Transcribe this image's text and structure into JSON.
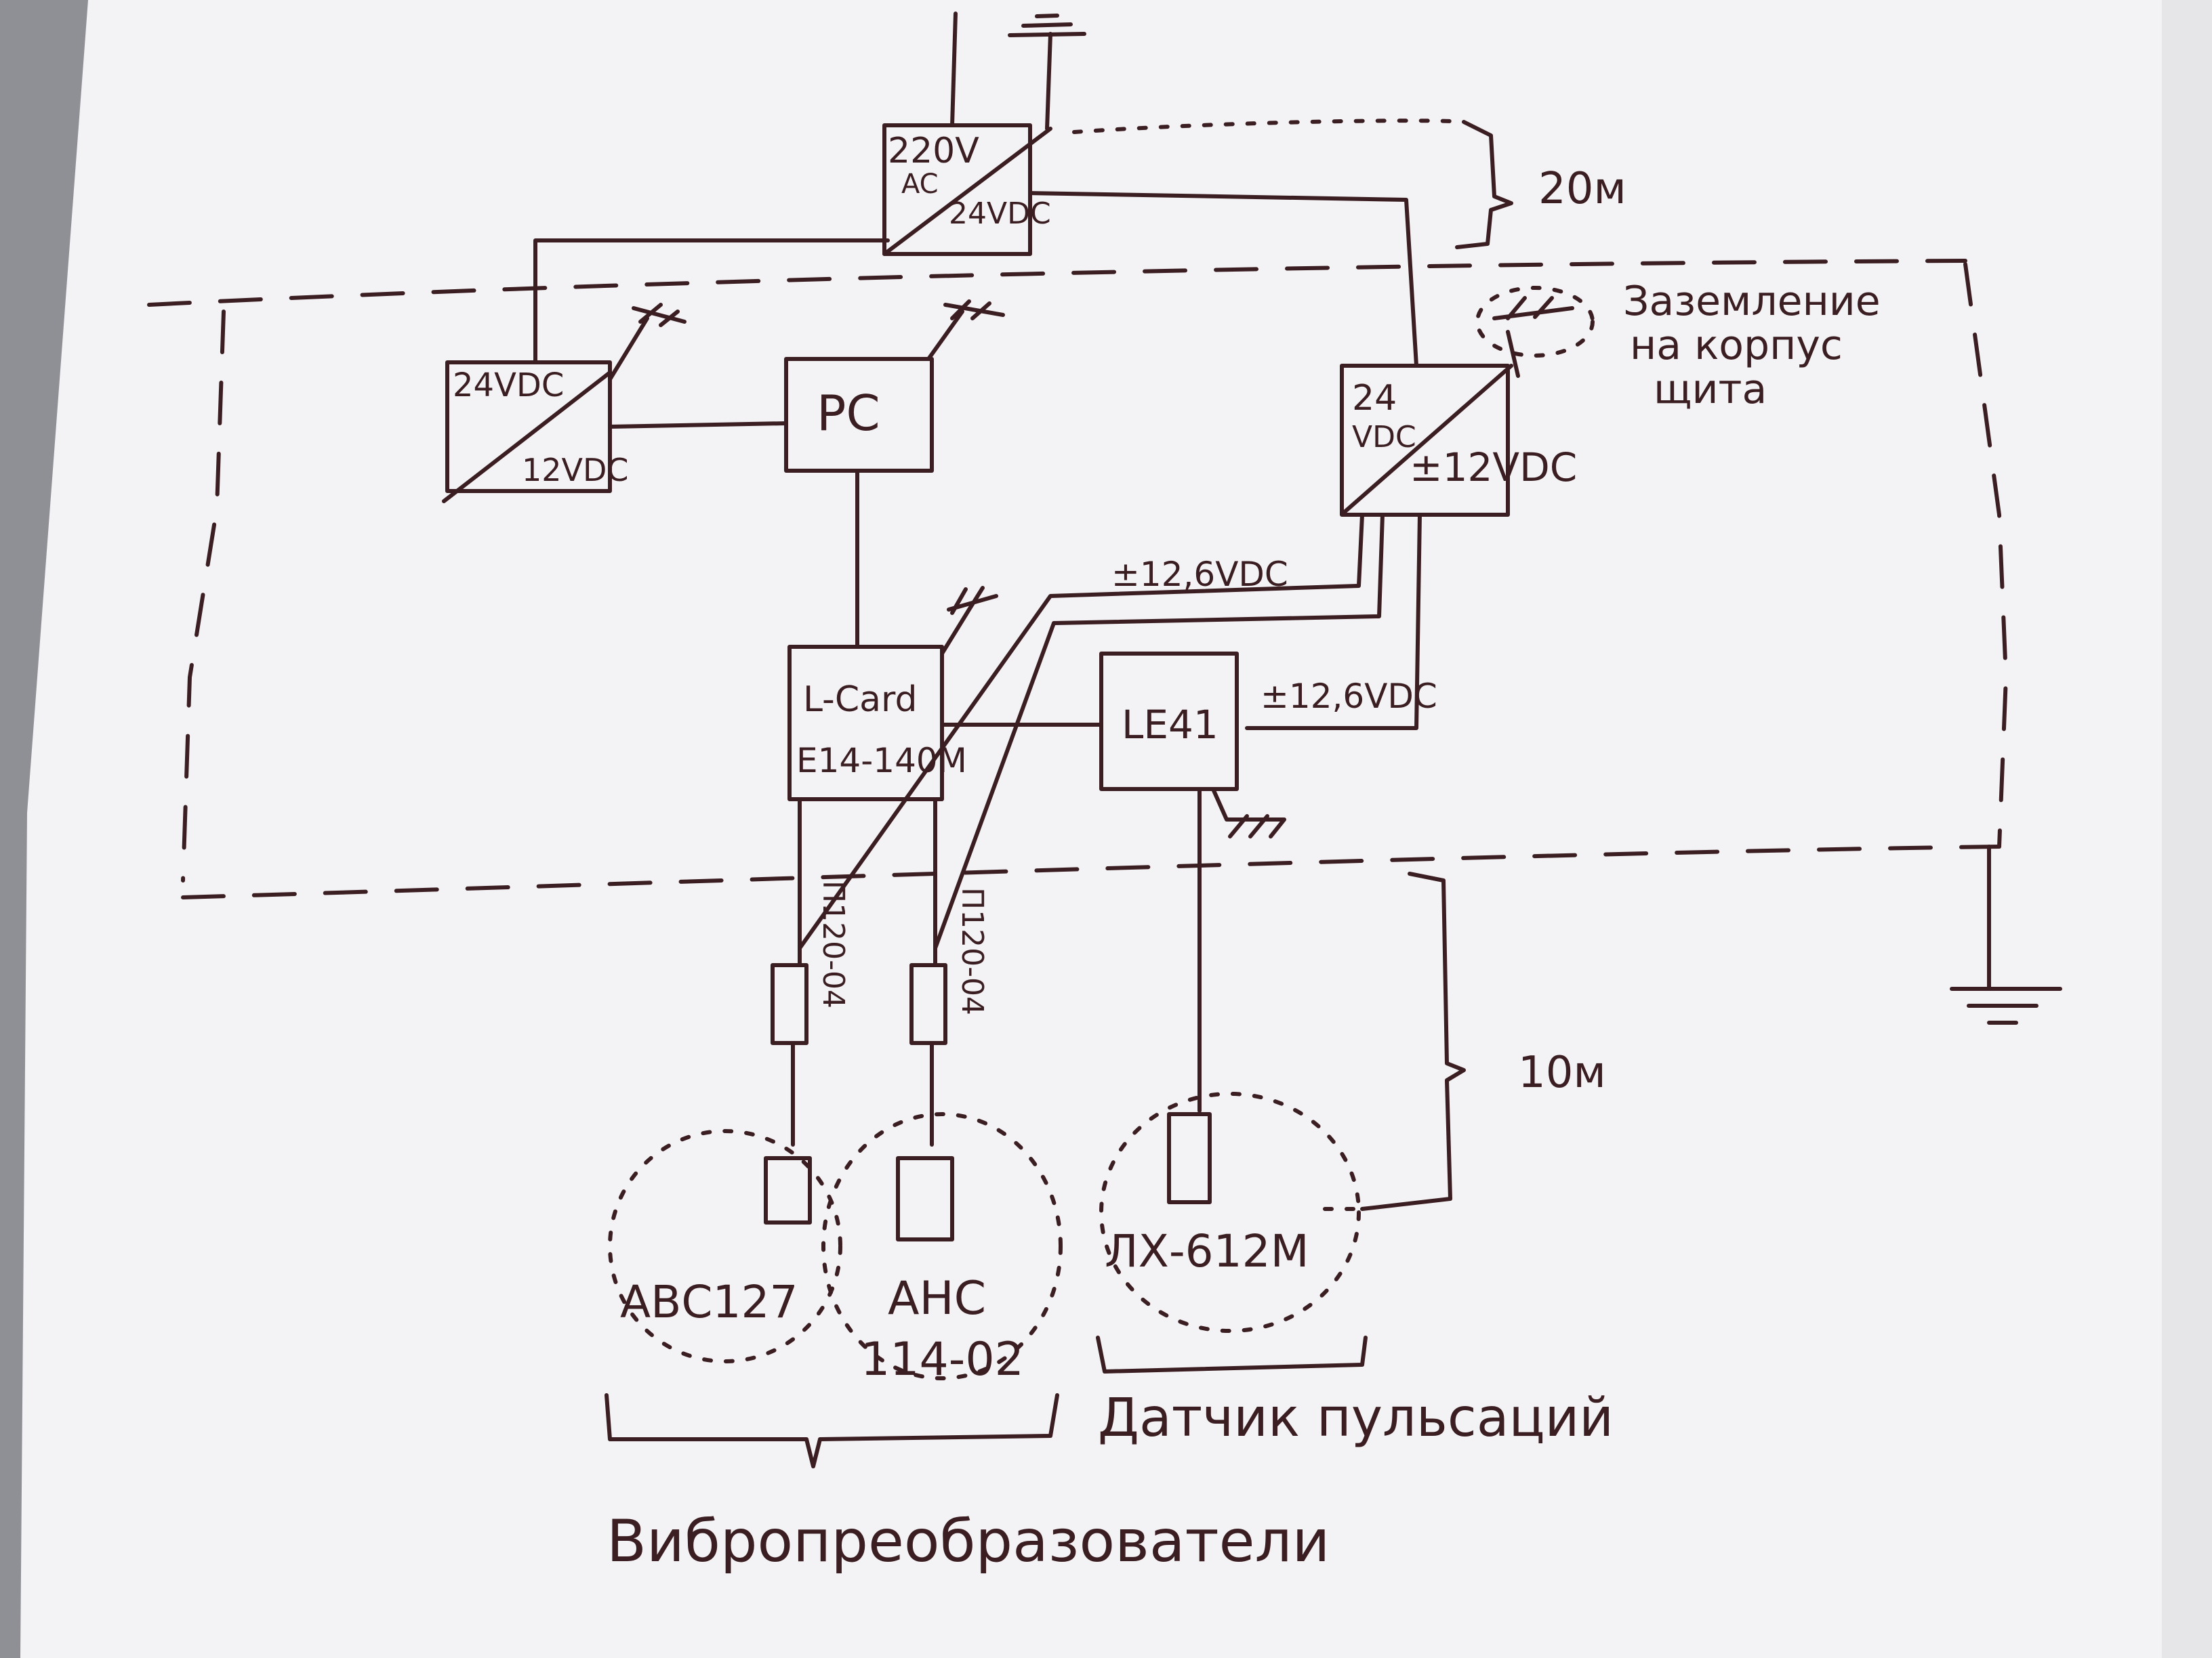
{
  "labels": {
    "psu_main_in": "220V",
    "psu_main_ac": "AC",
    "psu_main_out": "24VDC",
    "psu_left_in": "24VDC",
    "psu_left_out": "12VDC",
    "pc": "PC",
    "psu_right_in": "24",
    "psu_right_in2": "VDC",
    "psu_right_out": "±12VDC",
    "distance_top": "20м",
    "grounding_1": "Заземление",
    "grounding_2": "на корпус",
    "grounding_3": "щита",
    "wire_top": "±12,6VDC",
    "wire_right": "±12,6VDC",
    "lcard_1": "L-Card",
    "lcard_2": "E14-140M",
    "le41": "LE41",
    "preamp_1": "П120-04",
    "preamp_2": "П120-04",
    "distance_bottom": "10м",
    "sensor_1": "АВС127",
    "sensor_2a": "АНС",
    "sensor_2b": "114-02",
    "sensor_3": "ЛХ-612М",
    "group_pulsation": "Датчик пульсаций",
    "group_vibration": "Вибропреобразователи"
  },
  "colors": {
    "paper": "#f3f2f4",
    "ink": "#3b1e22",
    "background": "#8f9096"
  }
}
